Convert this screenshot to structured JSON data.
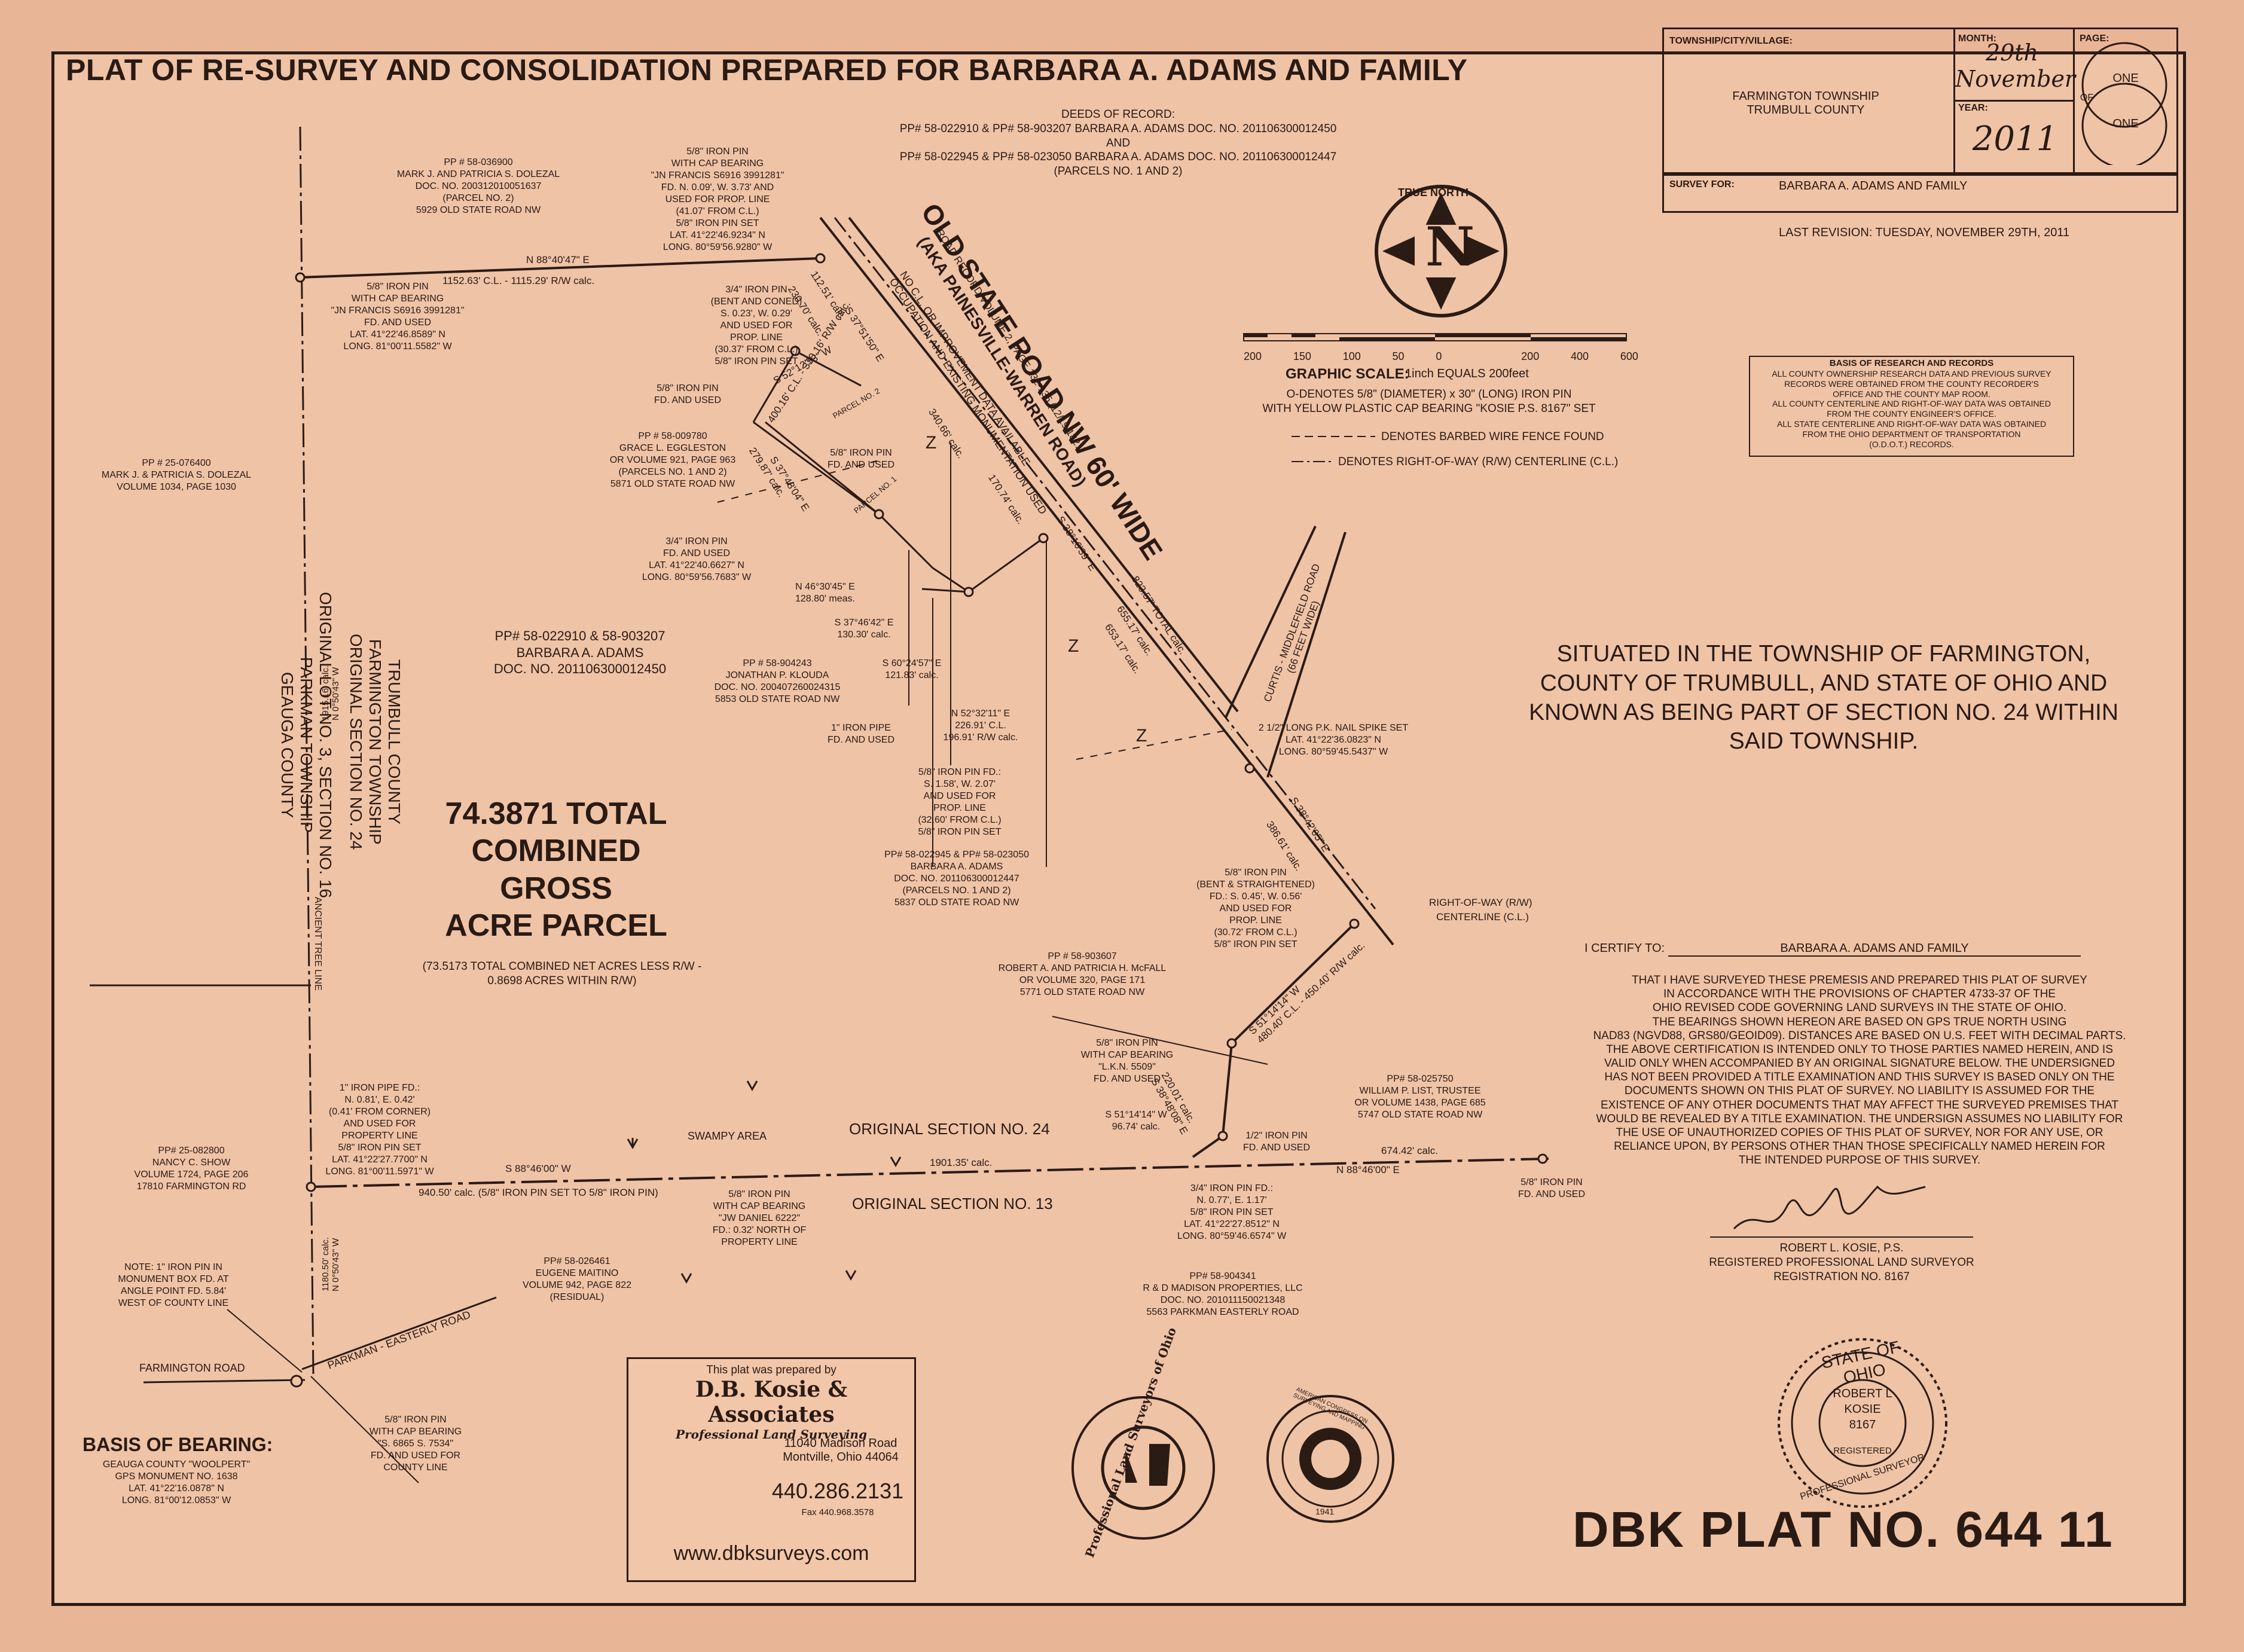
{
  "title": "PLAT OF RE-SURVEY AND CONSOLIDATION PREPARED FOR BARBARA A. ADAMS AND FAMILY",
  "title_block": {
    "township_label": "TOWNSHIP/CITY/VILLAGE:",
    "township_value": "FARMINGTON TOWNSHIP\nTRUMBULL COUNTY",
    "month_label": "MONTH:",
    "month_value": "29th November",
    "year_label": "YEAR:",
    "year_value": "2011",
    "page_label": "PAGE:",
    "page_one": "ONE",
    "page_of": "OF",
    "page_total": "ONE",
    "survey_for_label": "SURVEY FOR:",
    "survey_for_value": "BARBARA A. ADAMS AND FAMILY",
    "last_revision": "LAST REVISION:  TUESDAY, NOVEMBER 29TH, 2011"
  },
  "north": {
    "label": "TRUE NORTH",
    "letter": "N"
  },
  "scale": {
    "title": "GRAPHIC SCALE:",
    "equals": "1inch EQUALS 200feet",
    "ticks": [
      "200",
      "150",
      "100",
      "50",
      "0",
      "200",
      "400",
      "600"
    ]
  },
  "legend": {
    "pin": "O-DENOTES 5/8\" (DIAMETER) x 30\" (LONG) IRON PIN\nWITH YELLOW PLASTIC CAP BEARING \"KOSIE P.S. 8167\" SET",
    "fence": "DENOTES BARBED WIRE FENCE FOUND",
    "centerline": "DENOTES RIGHT-OF-WAY (R/W) CENTERLINE (C.L.)"
  },
  "basis_research": {
    "title": "BASIS OF RESEARCH AND RECORDS",
    "text": "ALL COUNTY OWNERSHIP RESEARCH DATA AND PREVIOUS SURVEY\nRECORDS WERE OBTAINED FROM THE COUNTY RECORDER'S\nOFFICE AND THE COUNTY MAP ROOM.\nALL COUNTY CENTERLINE AND RIGHT-OF-WAY DATA WAS OBTAINED\nFROM THE COUNTY ENGINEER'S OFFICE.\nALL STATE CENTERLINE AND RIGHT-OF-WAY DATA WAS OBTAINED\nFROM THE OHIO DEPARTMENT OF TRANSPORTATION\n(O.D.O.T.) RECORDS."
  },
  "deeds": "DEEDS OF RECORD:\nPP# 58-022910 & PP# 58-903207  BARBARA A. ADAMS  DOC. NO. 201106300012450 AND\nPP# 58-022945 & PP# 58-023050 BARBARA A. ADAMS  DOC. NO. 201106300012447 (PARCELS NO. 1 AND 2)",
  "road": {
    "name": "OLD STATE ROAD NW  60' WIDE",
    "aka": "(AKA PAINESVILLE-WARREN ROAD)",
    "record": "ROAD RECORD VOLUME 2, PAGE 132-135 (12/19/1821)",
    "note": "NO C.L. OR IMPROVEMENT DATA AVAILABLE\nOCCUPATION AND EXISTING MONUMENTATION USED",
    "curtis": "CURTIS - MIDDLEFIELD ROAD\n(66 FEET WIDE)",
    "parkman": "PARKMAN - EASTERLY ROAD",
    "farmington": "FARMINGTON ROAD"
  },
  "acreage": {
    "main": "74.3871 TOTAL\nCOMBINED\nGROSS\nACRE PARCEL",
    "note": "(73.5173 TOTAL COMBINED NET ACRES LESS R/W -\n0.8698 ACRES WITHIN R/W)"
  },
  "situated": "SITUATED IN THE TOWNSHIP OF FARMINGTON,\nCOUNTY OF TRUMBULL, AND STATE OF OHIO AND\nKNOWN AS BEING PART OF SECTION NO. 24 WITHIN\nSAID TOWNSHIP.",
  "labels": {
    "dolezal_top": "PP # 58-036900\nMARK J. AND PATRICIA S. DOLEZAL\nDOC. NO. 200312010051637\n(PARCEL NO. 2)\n5929 OLD STATE ROAD NW",
    "pin_top": "5/8\" IRON PIN\nWITH CAP BEARING\n\"JN FRANCIS S6916 3991281\"\nFD. N. 0.09', W. 3.73' AND\nUSED FOR PROP. LINE\n(41.07' FROM C.L.)\n5/8\" IRON PIN SET\nLAT. 41°22'46.9234\" N\nLONG. 80°59'56.9280\" W",
    "north_line": "N 88°40'47\" E",
    "north_line2": "1152.63' C.L. - 1115.29' R/W calc.",
    "pin_west": "5/8\" IRON PIN\nWITH CAP BEARING\n\"JN FRANCIS S6916 3991281\"\nFD. AND USED\nLAT. 41°22'46.8589\" N\nLONG. 81°00'11.5582\" W",
    "bent_pin": "3/4\" IRON PIN\n(BENT AND CONED)\nS. 0.23', W. 0.29'\nAND USED FOR\nPROP. LINE\n(30.37' FROM C.L.)\n5/8\" IRON PIN SET",
    "pin_fd1": "5/8\" IRON PIN\nFD. AND USED",
    "eggleston": "PP # 58-009780\nGRACE L. EGGLESTON\nOR VOLUME 921, PAGE 963\n(PARCELS NO. 1 AND 2)\n5871 OLD STATE ROAD NW",
    "pin_fd2": "5/8\" IRON PIN\nFD. AND USED",
    "pin_34": "3/4\" IRON PIN\nFD. AND USED\nLAT. 41°22'40.6627\" N\nLONG. 80°59'56.7683\" W",
    "dolezal_west": "PP # 25-076400\nMARK J. & PATRICIA S. DOLEZAL\nVOLUME 1034, PAGE 1030",
    "adams_main": "PP# 58-022910 & 58-903207\nBARBARA A. ADAMS\nDOC. NO. 201106300012450",
    "brg1": "N 46°30'45\" E\n128.80' meas.",
    "brg2": "S 37°46'42\" E\n130.30' calc.",
    "brg3": "S 60°24'57\" E\n121.83' calc.",
    "klouda": "PP # 58-904243\nJONATHAN P. KLOUDA\nDOC. NO. 200407260024315\n5853 OLD STATE ROAD NW",
    "brg4": "N 52°32'11\" E\n226.91' C.L.\n196.91' R/W calc.",
    "pipe_fd": "1\" IRON PIPE\nFD. AND USED",
    "pin_fd3": "5/8\" IRON PIN FD.:\nS. 1.58', W. 2.07'\nAND USED FOR\nPROP. LINE\n(32.60' FROM C.L.)\n5/8\" IRON PIN SET",
    "adams_sw": "PP# 58-022945 & PP# 58-023050\nBARBARA A. ADAMS\nDOC. NO. 201106300012447\n(PARCELS NO. 1 AND 2)\n5837 OLD STATE ROAD NW",
    "trumbull": "TRUMBULL COUNTY\nFARMINGTON TOWNSHIP\nORIGINAL SECTION NO. 24",
    "geauga": "ORIGINAL LOT NO. 3, SECTION NO. 16\nPARKMAN TOWNSHIP\nGEAUGA COUNTY",
    "tree_line": "ANCIENT TREE LINE",
    "spike": "2 1/2\" LONG P.K. NAIL SPIKE SET\nLAT. 41°22'36.0823\" N\nLONG. 80°59'45.5437\" W",
    "pin_bent2": "5/8\" IRON PIN\n(BENT & STRAIGHTENED)\nFD.: S. 0.45', W. 0.56'\nAND USED FOR\nPROP. LINE\n(30.72' FROM C.L.)\n5/8\" IRON PIN SET",
    "row": "RIGHT-OF-WAY (R/W)",
    "cl": "CENTERLINE (C.L.)",
    "mcfall": "PP # 58-903607\nROBERT A. AND PATRICIA H. McFALL\nOR VOLUME 320, PAGE 171\n5771 OLD STATE ROAD NW",
    "brg5": "S 51°14'14\" W\n480.40' C.L. - 450.40' R/W calc.",
    "pin_lkn": "5/8\" IRON PIN\nWITH CAP BEARING\n\"L.K.N. 5509\"\nFD. AND USED",
    "brg6": "220.01' calc.\nS 38°48'08\" E",
    "brg7": "S 51°14'14\" W\n96.74' calc.",
    "pin_half": "1/2\" IRON PIN\nFD. AND USED",
    "list": "PP# 58-025750\nWILLIAM P. LIST, TRUSTEE\nOR VOLUME 1438, PAGE 685\n5747 OLD STATE ROAD NW",
    "pipe_1": "1\" IRON PIPE FD.:\nN. 0.81', E. 0.42'\n(0.41' FROM CORNER)\nAND USED FOR\nPROPERTY LINE\n5/8\" IRON PIN SET\nLAT. 41°22'27.7700\" N\nLONG. 81°00'11.5971\" W",
    "swampy": "SWAMPY AREA",
    "sec24": "ORIGINAL SECTION NO. 24",
    "sec13": "ORIGINAL SECTION NO. 13",
    "south1": "S 88°46'00\" W",
    "south2": "1901.35' calc.",
    "south3": "674.42' calc.",
    "south4": "N 88°46'00\" E",
    "south5": "940.50' calc. (5/8\" IRON PIN SET TO 5/8\" IRON PIN)",
    "pin_fd_east": "5/8\" IRON PIN\nFD. AND USED",
    "snow": "PP# 25-082800\nNANCY C. SHOW\nVOLUME 1724, PAGE 206\n17810 FARMINGTON RD",
    "daniel": "5/8\" IRON PIN\nWITH CAP BEARING\n\"JW DANIEL 6222\"\nFD.: 0.32' NORTH OF\nPROPERTY LINE",
    "pin_34b": "3/4\" IRON PIN FD.:\nN. 0.77', E. 1.17'\n5/8\" IRON PIN SET\nLAT. 41°22'27.8512\" N\nLONG. 80°59'46.6574\" W",
    "maitino": "PP# 58-026461\nEUGENE MAITINO\nVOLUME 942, PAGE 822\n(RESIDUAL)",
    "madison": "PP# 58-904341\nR & D MADISON PROPERTIES, LLC\nDOC. NO. 201011150021348\n5563 PARKMAN EASTERLY ROAD",
    "note_pin": "NOTE: 1\" IRON PIN IN\nMONUMENT BOX FD. AT\nANGLE POINT FD. 5.84'\nWEST OF COUNTY LINE",
    "pin_sw": "5/8\" IRON PIN\nWITH CAP BEARING\n\"S. 6865 S. 7534\"\nFD. AND USED FOR\nCOUNTY LINE",
    "w_line1": "1915.16' calc.\nN 0°50'43\" W",
    "w_line2": "1180.50' calc.\nN 0°50'43\" W"
  },
  "road_dims": {
    "d1": "112.51' calc.",
    "d2": "230.70' calc.",
    "d3": "S 37°51'50\" E",
    "d4": "400.16' C.L. - 370.16' R/W calc.",
    "d5": "S 52°12'53\" W",
    "d6": "279.87' calc.",
    "d7": "S 37°48'04\" E",
    "d8": "340.66' calc.",
    "d9": "170.74' calc.",
    "d10": "S 38°16'39\" E",
    "d11": "823.57' TOTAL calc.",
    "d12": "655.17' calc.",
    "d13": "653.17' calc.",
    "d14": "S 38°42'05\" E",
    "d15": "386.61' calc.",
    "parcel1": "PARCEL NO. 1",
    "parcel2": "PARCEL NO. 2"
  },
  "basis_bearing": {
    "title": "BASIS OF BEARING:",
    "text": "GEAUGA COUNTY \"WOOLPERT\"\nGPS MONUMENT NO. 1638\nLAT. 41°22'16.0878\" N\nLONG. 81°00'12.0853\" W"
  },
  "certify": {
    "to_label": "I CERTIFY TO:",
    "to_value": "BARBARA A. ADAMS AND FAMILY",
    "body": "THAT I HAVE SURVEYED THESE PREMESIS AND PREPARED THIS PLAT OF SURVEY\nIN ACCORDANCE WITH THE PROVISIONS OF CHAPTER 4733-37 OF THE\nOHIO REVISED CODE GOVERNING LAND SURVEYS IN THE STATE OF OHIO.\nTHE BEARINGS SHOWN HEREON ARE BASED ON GPS TRUE NORTH USING\nNAD83 (NGVD88, GRS80/GEOID09). DISTANCES ARE BASED ON U.S. FEET WITH DECIMAL PARTS.\nTHE ABOVE CERTIFICATION IS INTENDED ONLY TO THOSE PARTIES NAMED HEREIN, AND IS\nVALID ONLY WHEN ACCOMPANIED BY AN ORIGINAL SIGNATURE BELOW.  THE UNDERSIGNED\nHAS NOT BEEN PROVIDED A TITLE EXAMINATION AND THIS SURVEY IS BASED ONLY ON THE\nDOCUMENTS SHOWN ON THIS PLAT OF SURVEY.  NO LIABILITY IS ASSUMED FOR THE\nEXISTENCE OF ANY OTHER DOCUMENTS THAT MAY AFFECT THE SURVEYED PREMISES THAT\nWOULD BE REVEALED BY A TITLE EXAMINATION.  THE UNDERSIGN ASSUMES NO LIABILITY FOR\nTHE USE OF UNAUTHORIZED COPIES OF THIS PLAT OF SURVEY, NOR FOR ANY USE, OR\nRELIANCE UPON, BY PERSONS OTHER THAN THOSE SPECIFICALLY NAMED HEREIN FOR\nTHE INTENDED PURPOSE OF THIS SURVEY.",
    "name": "ROBERT L. KOSIE, P.S.",
    "role": "REGISTERED PROFESSIONAL LAND SURVEYOR",
    "reg": "REGISTRATION NO. 8167"
  },
  "seal": {
    "top": "STATE OF OHIO",
    "name": "ROBERT L\nKOSIE\n8167",
    "registered": "REGISTERED",
    "bottom": "PROFESSIONAL SURVEYOR"
  },
  "ad": {
    "prepared": "This plat was prepared by",
    "company": "D.B. Kosie & Associates",
    "tagline": "Professional Land Surveying",
    "address": "11040 Madison Road\nMontville, Ohio  44064",
    "phone": "440.286.2131",
    "fax": "Fax 440.968.3578",
    "web": "www.dbksurveys.com"
  },
  "logos": {
    "pls": "Professional Land Surveyors of Ohio",
    "acsm": "AMERICAN CONGRESS ON SURVEYING AND MAPPING",
    "year": "1941"
  },
  "plat_no": "DBK PLAT NO. 644 11"
}
